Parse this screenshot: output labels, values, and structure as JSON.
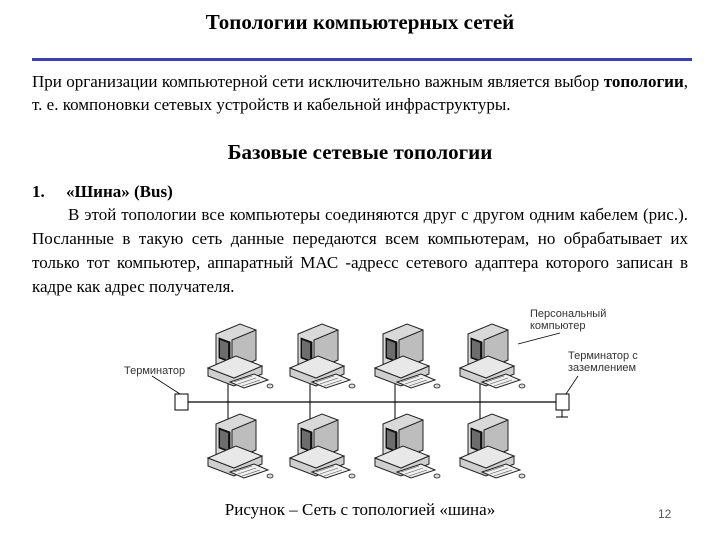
{
  "header": {
    "title": "Топологии компьютерных сетей"
  },
  "intro": {
    "before_bold": "При организации компьютерной сети исключительно важным является выбор ",
    "bold": "топологии",
    "after_bold": ", т. е. компоновки сетевых устройств и кабельной инфраструктуры."
  },
  "section": {
    "title": "Базовые сетевые топологии",
    "item_number": "1.",
    "item_title": "«Шина» (Bus)",
    "item_text": "В этой топологии все компьютеры соединяются друг с другом одним кабелем (рис.). Посланные в такую сеть данные передаются всем компьютерам, но обрабатывает их только тот компьютер, аппаратный МАС -адресс сетевого адаптера которого записан в кадре как адрес получателя."
  },
  "diagram": {
    "label_terminator": "Терминатор",
    "label_pc_line1": "Персональный",
    "label_pc_line2": "компьютер",
    "label_grounded_line1": "Терминатор с",
    "label_grounded_line2": "заземлением"
  },
  "figure": {
    "caption": "Рисунок  – Сеть с топологией «шина»"
  },
  "footer": {
    "page_number": "12"
  }
}
